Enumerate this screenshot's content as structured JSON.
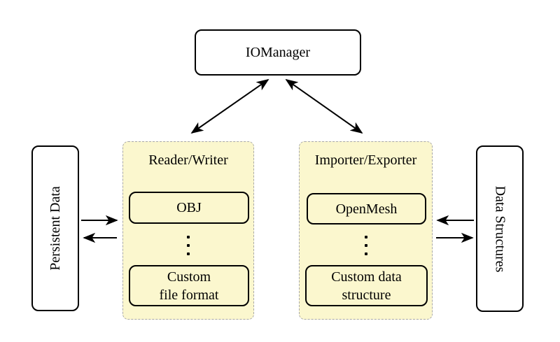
{
  "io_manager": {
    "label": "IOManager"
  },
  "reader_writer": {
    "title": "Reader/Writer",
    "items": [
      {
        "label": "OBJ"
      },
      {
        "label": "Custom\nfile format"
      }
    ],
    "ellipsis": "⋮"
  },
  "importer_exporter": {
    "title": "Importer/Exporter",
    "items": [
      {
        "label": "OpenMesh"
      },
      {
        "label": "Custom data\nstructure"
      }
    ],
    "ellipsis": "⋮"
  },
  "persistent_data": {
    "label": "Persistent Data"
  },
  "data_structures": {
    "label": "Data Structures"
  },
  "colors": {
    "background": "#ffffff",
    "group_fill": "#fbf7ce",
    "group_border": "#a8a8a8",
    "box_border": "#000000",
    "arrow": "#000000"
  }
}
